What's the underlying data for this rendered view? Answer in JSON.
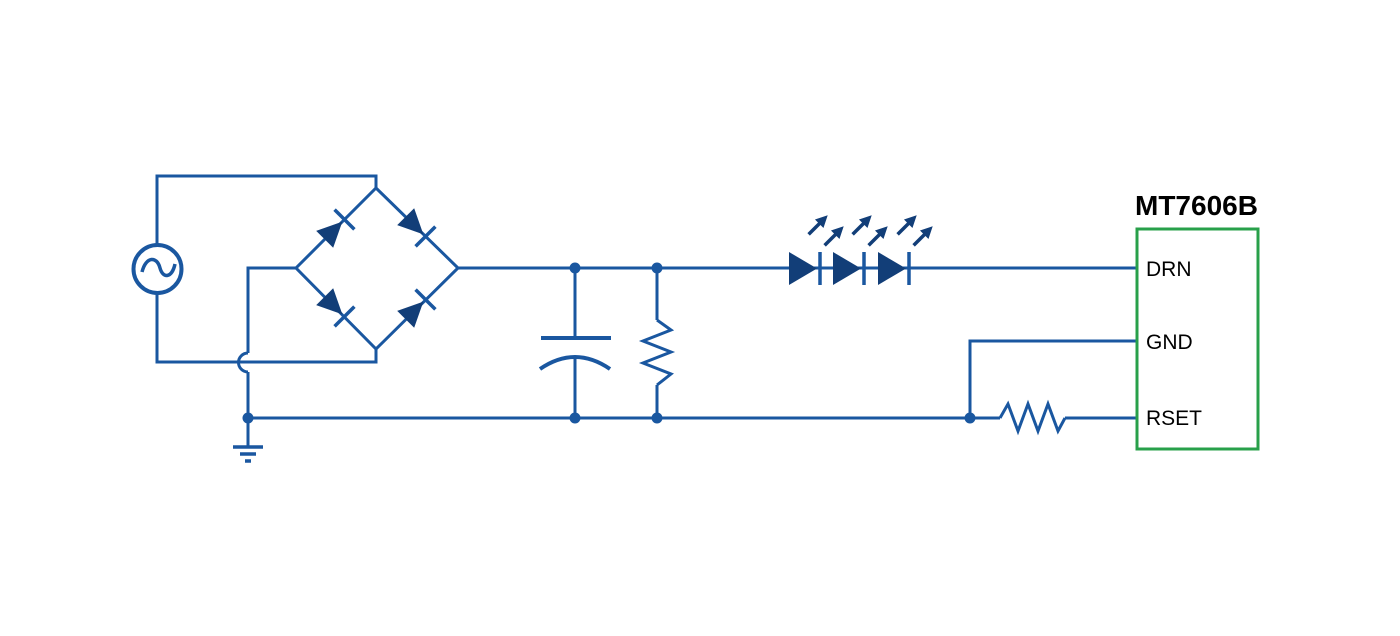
{
  "diagram": {
    "type": "circuit-schematic",
    "components": {
      "ac_source": "AC source",
      "bridge_rectifier": "4-diode bridge rectifier",
      "capacitor": "filter capacitor (polarized)",
      "parallel_resistor": "parallel resistor",
      "led_string": "3 series LEDs",
      "rset_resistor": "current-set resistor",
      "ground": "earth ground"
    }
  },
  "ic": {
    "name": "MT7606B",
    "pins": [
      {
        "label": "DRN"
      },
      {
        "label": "GND"
      },
      {
        "label": "RSET"
      }
    ]
  },
  "colors": {
    "wire": "#1a57a0",
    "fill": "#123e78",
    "ic_box": "#28a04a",
    "text": "#000000",
    "background": "#ffffff"
  }
}
